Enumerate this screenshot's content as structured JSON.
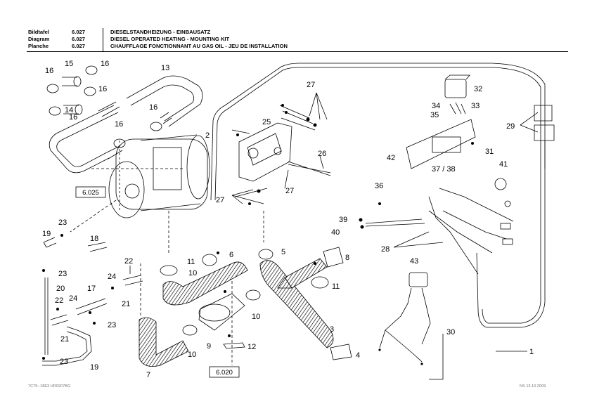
{
  "header": {
    "rows": [
      {
        "label": "Bildtafel",
        "number": "6.027",
        "title": "DIESELSTANDHEIZUNG - EINBAUSATZ"
      },
      {
        "label": "Diagram",
        "number": "6.027",
        "title": "DIESEL OPERATED HEATING - MOUNTING KIT"
      },
      {
        "label": "Planche",
        "number": "6.027",
        "title": "CHAUFFLAGE FONCTIONNANT AU GAS OIL - JEU DE INSTALLATION"
      }
    ]
  },
  "footer": {
    "left": "7C75--18E3 HR0207BG",
    "right": "NS 13.10.2009"
  },
  "refs": {
    "ref_a": "6.025",
    "ref_b": "6.020"
  },
  "labels": [
    {
      "id": "l16a",
      "text": "16"
    },
    {
      "id": "l15",
      "text": "15"
    },
    {
      "id": "l16b",
      "text": "16"
    },
    {
      "id": "l16c",
      "text": "16"
    },
    {
      "id": "l14",
      "text": "14"
    },
    {
      "id": "l16d",
      "text": "16"
    },
    {
      "id": "l13",
      "text": "13"
    },
    {
      "id": "l16e",
      "text": "16"
    },
    {
      "id": "l16f",
      "text": "16"
    },
    {
      "id": "l2",
      "text": "2"
    },
    {
      "id": "l27a",
      "text": "27"
    },
    {
      "id": "l25",
      "text": "25"
    },
    {
      "id": "l26",
      "text": "26"
    },
    {
      "id": "l27b",
      "text": "27"
    },
    {
      "id": "l27c",
      "text": "27"
    },
    {
      "id": "l32",
      "text": "32"
    },
    {
      "id": "l34",
      "text": "34"
    },
    {
      "id": "l33",
      "text": "33"
    },
    {
      "id": "l35",
      "text": "35"
    },
    {
      "id": "l29",
      "text": "29"
    },
    {
      "id": "l42",
      "text": "42"
    },
    {
      "id": "l31",
      "text": "31"
    },
    {
      "id": "l3738",
      "text": "37 / 38"
    },
    {
      "id": "l41",
      "text": "41"
    },
    {
      "id": "l36",
      "text": "36"
    },
    {
      "id": "l39",
      "text": "39"
    },
    {
      "id": "l40",
      "text": "40"
    },
    {
      "id": "l28",
      "text": "28"
    },
    {
      "id": "l23a",
      "text": "23"
    },
    {
      "id": "l19a",
      "text": "19"
    },
    {
      "id": "l18",
      "text": "18"
    },
    {
      "id": "l23b",
      "text": "23"
    },
    {
      "id": "l20",
      "text": "20"
    },
    {
      "id": "l22a",
      "text": "22"
    },
    {
      "id": "l24a",
      "text": "24"
    },
    {
      "id": "l17",
      "text": "17"
    },
    {
      "id": "l21a",
      "text": "21"
    },
    {
      "id": "l22b",
      "text": "22"
    },
    {
      "id": "l24b",
      "text": "24"
    },
    {
      "id": "l23c",
      "text": "23"
    },
    {
      "id": "l21b",
      "text": "21"
    },
    {
      "id": "l23d",
      "text": "23"
    },
    {
      "id": "l19b",
      "text": "19"
    },
    {
      "id": "l11a",
      "text": "11"
    },
    {
      "id": "l6",
      "text": "6"
    },
    {
      "id": "l10a",
      "text": "10"
    },
    {
      "id": "l5",
      "text": "5"
    },
    {
      "id": "l8",
      "text": "8"
    },
    {
      "id": "l11b",
      "text": "11"
    },
    {
      "id": "l10b",
      "text": "10"
    },
    {
      "id": "l3",
      "text": "3"
    },
    {
      "id": "l9",
      "text": "9"
    },
    {
      "id": "l12",
      "text": "12"
    },
    {
      "id": "l10c",
      "text": "10"
    },
    {
      "id": "l7",
      "text": "7"
    },
    {
      "id": "l4",
      "text": "4"
    },
    {
      "id": "l43",
      "text": "43"
    },
    {
      "id": "l30",
      "text": "30"
    },
    {
      "id": "l1",
      "text": "1"
    }
  ]
}
